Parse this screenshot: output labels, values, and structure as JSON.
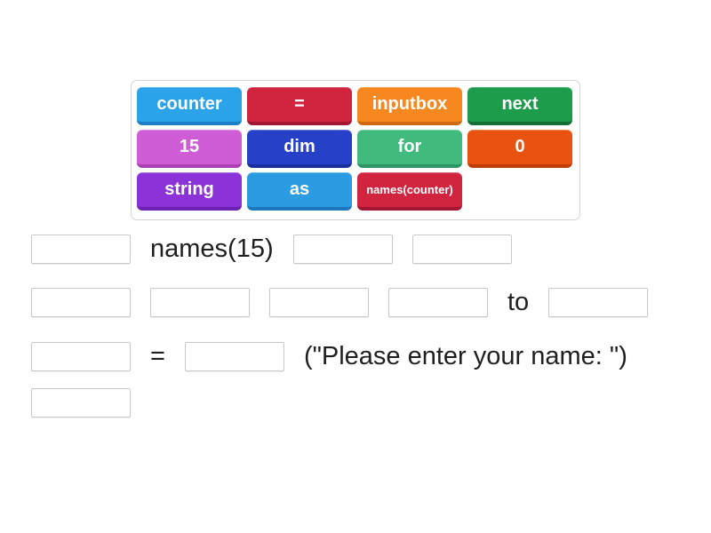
{
  "activity": {
    "type_label": "complete-the-sentence"
  },
  "word_bank": {
    "tiles": [
      {
        "label": "counter",
        "color": "#2ba3e8",
        "edge": "#1b7fc5",
        "size": "normal"
      },
      {
        "label": "=",
        "color": "#d0243f",
        "edge": "#a31530",
        "size": "normal"
      },
      {
        "label": "inputbox",
        "color": "#f6881f",
        "edge": "#cf6a0e",
        "size": "normal"
      },
      {
        "label": "next",
        "color": "#1d9c4c",
        "edge": "#146e36",
        "size": "normal"
      },
      {
        "label": "15",
        "color": "#cf5ed6",
        "edge": "#ad3fb4",
        "size": "normal"
      },
      {
        "label": "dim",
        "color": "#2740c8",
        "edge": "#1a2f9e",
        "size": "normal"
      },
      {
        "label": "for",
        "color": "#41ba7e",
        "edge": "#2c9763",
        "size": "normal"
      },
      {
        "label": "0",
        "color": "#e95210",
        "edge": "#bf3e07",
        "size": "normal"
      },
      {
        "label": "string",
        "color": "#8b33d9",
        "edge": "#6d20b2",
        "size": "normal"
      },
      {
        "label": "as",
        "color": "#2b9ce2",
        "edge": "#1b78bd",
        "size": "normal"
      },
      {
        "label": "names(counter)",
        "color": "#d0243f",
        "edge": "#a31530",
        "size": "small"
      }
    ]
  },
  "sentence": {
    "lines": [
      [
        {
          "type": "blank"
        },
        {
          "type": "text",
          "text": "names(15)"
        },
        {
          "type": "blank"
        },
        {
          "type": "blank"
        }
      ],
      [
        {
          "type": "blank"
        },
        {
          "type": "blank"
        },
        {
          "type": "blank"
        },
        {
          "type": "blank"
        },
        {
          "type": "text",
          "text": "to"
        },
        {
          "type": "blank"
        }
      ],
      [
        {
          "type": "blank"
        },
        {
          "type": "text",
          "text": "="
        },
        {
          "type": "blank"
        },
        {
          "type": "text",
          "text": "(\"Please enter your name: \")"
        }
      ],
      [
        {
          "type": "blank"
        }
      ]
    ]
  },
  "colors": {
    "page_background": "#ffffff",
    "sentence_text": "#1f1f1f",
    "blank_border": "#c9c9c9",
    "bank_border": "#d4d4d4"
  }
}
